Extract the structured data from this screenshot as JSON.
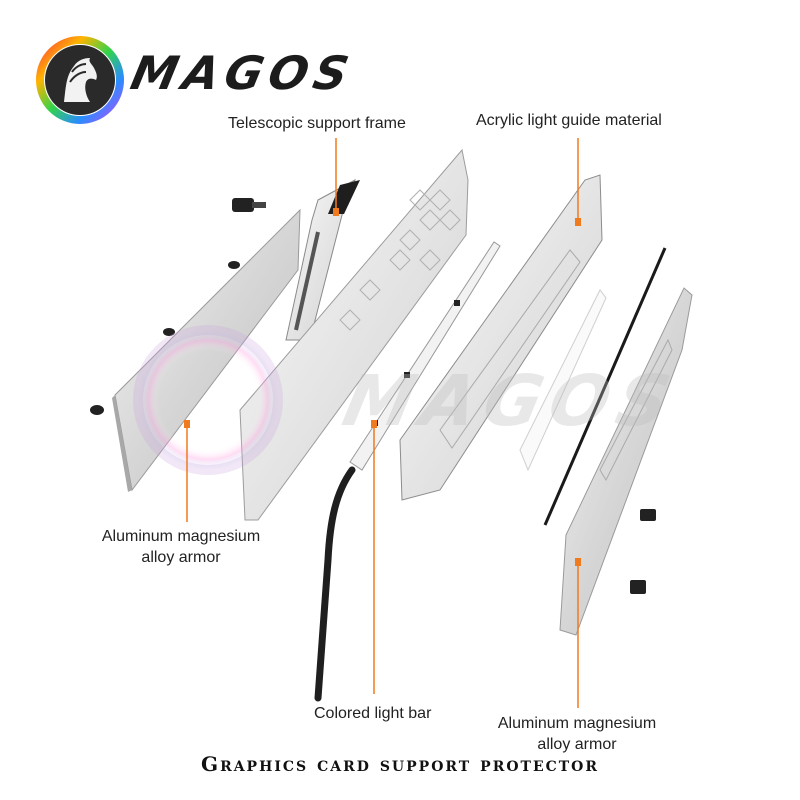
{
  "brand": {
    "name": "MAGOS",
    "logo_icon": "horse-head-icon",
    "accent_colors": [
      "#ff3b3b",
      "#ffb400",
      "#32d34a",
      "#2a8cff",
      "#b84cff"
    ]
  },
  "callouts": {
    "telescopic_frame": "Telescopic support frame",
    "acrylic_guide": "Acrylic light guide material",
    "armor_left_line1": "Aluminum magnesium",
    "armor_left_line2": "alloy armor",
    "light_bar": "Colored light bar",
    "armor_right_line1": "Aluminum magnesium",
    "armor_right_line2": "alloy armor"
  },
  "leader_line_color": "#f07a1e",
  "caption": "Graphics card support protector"
}
